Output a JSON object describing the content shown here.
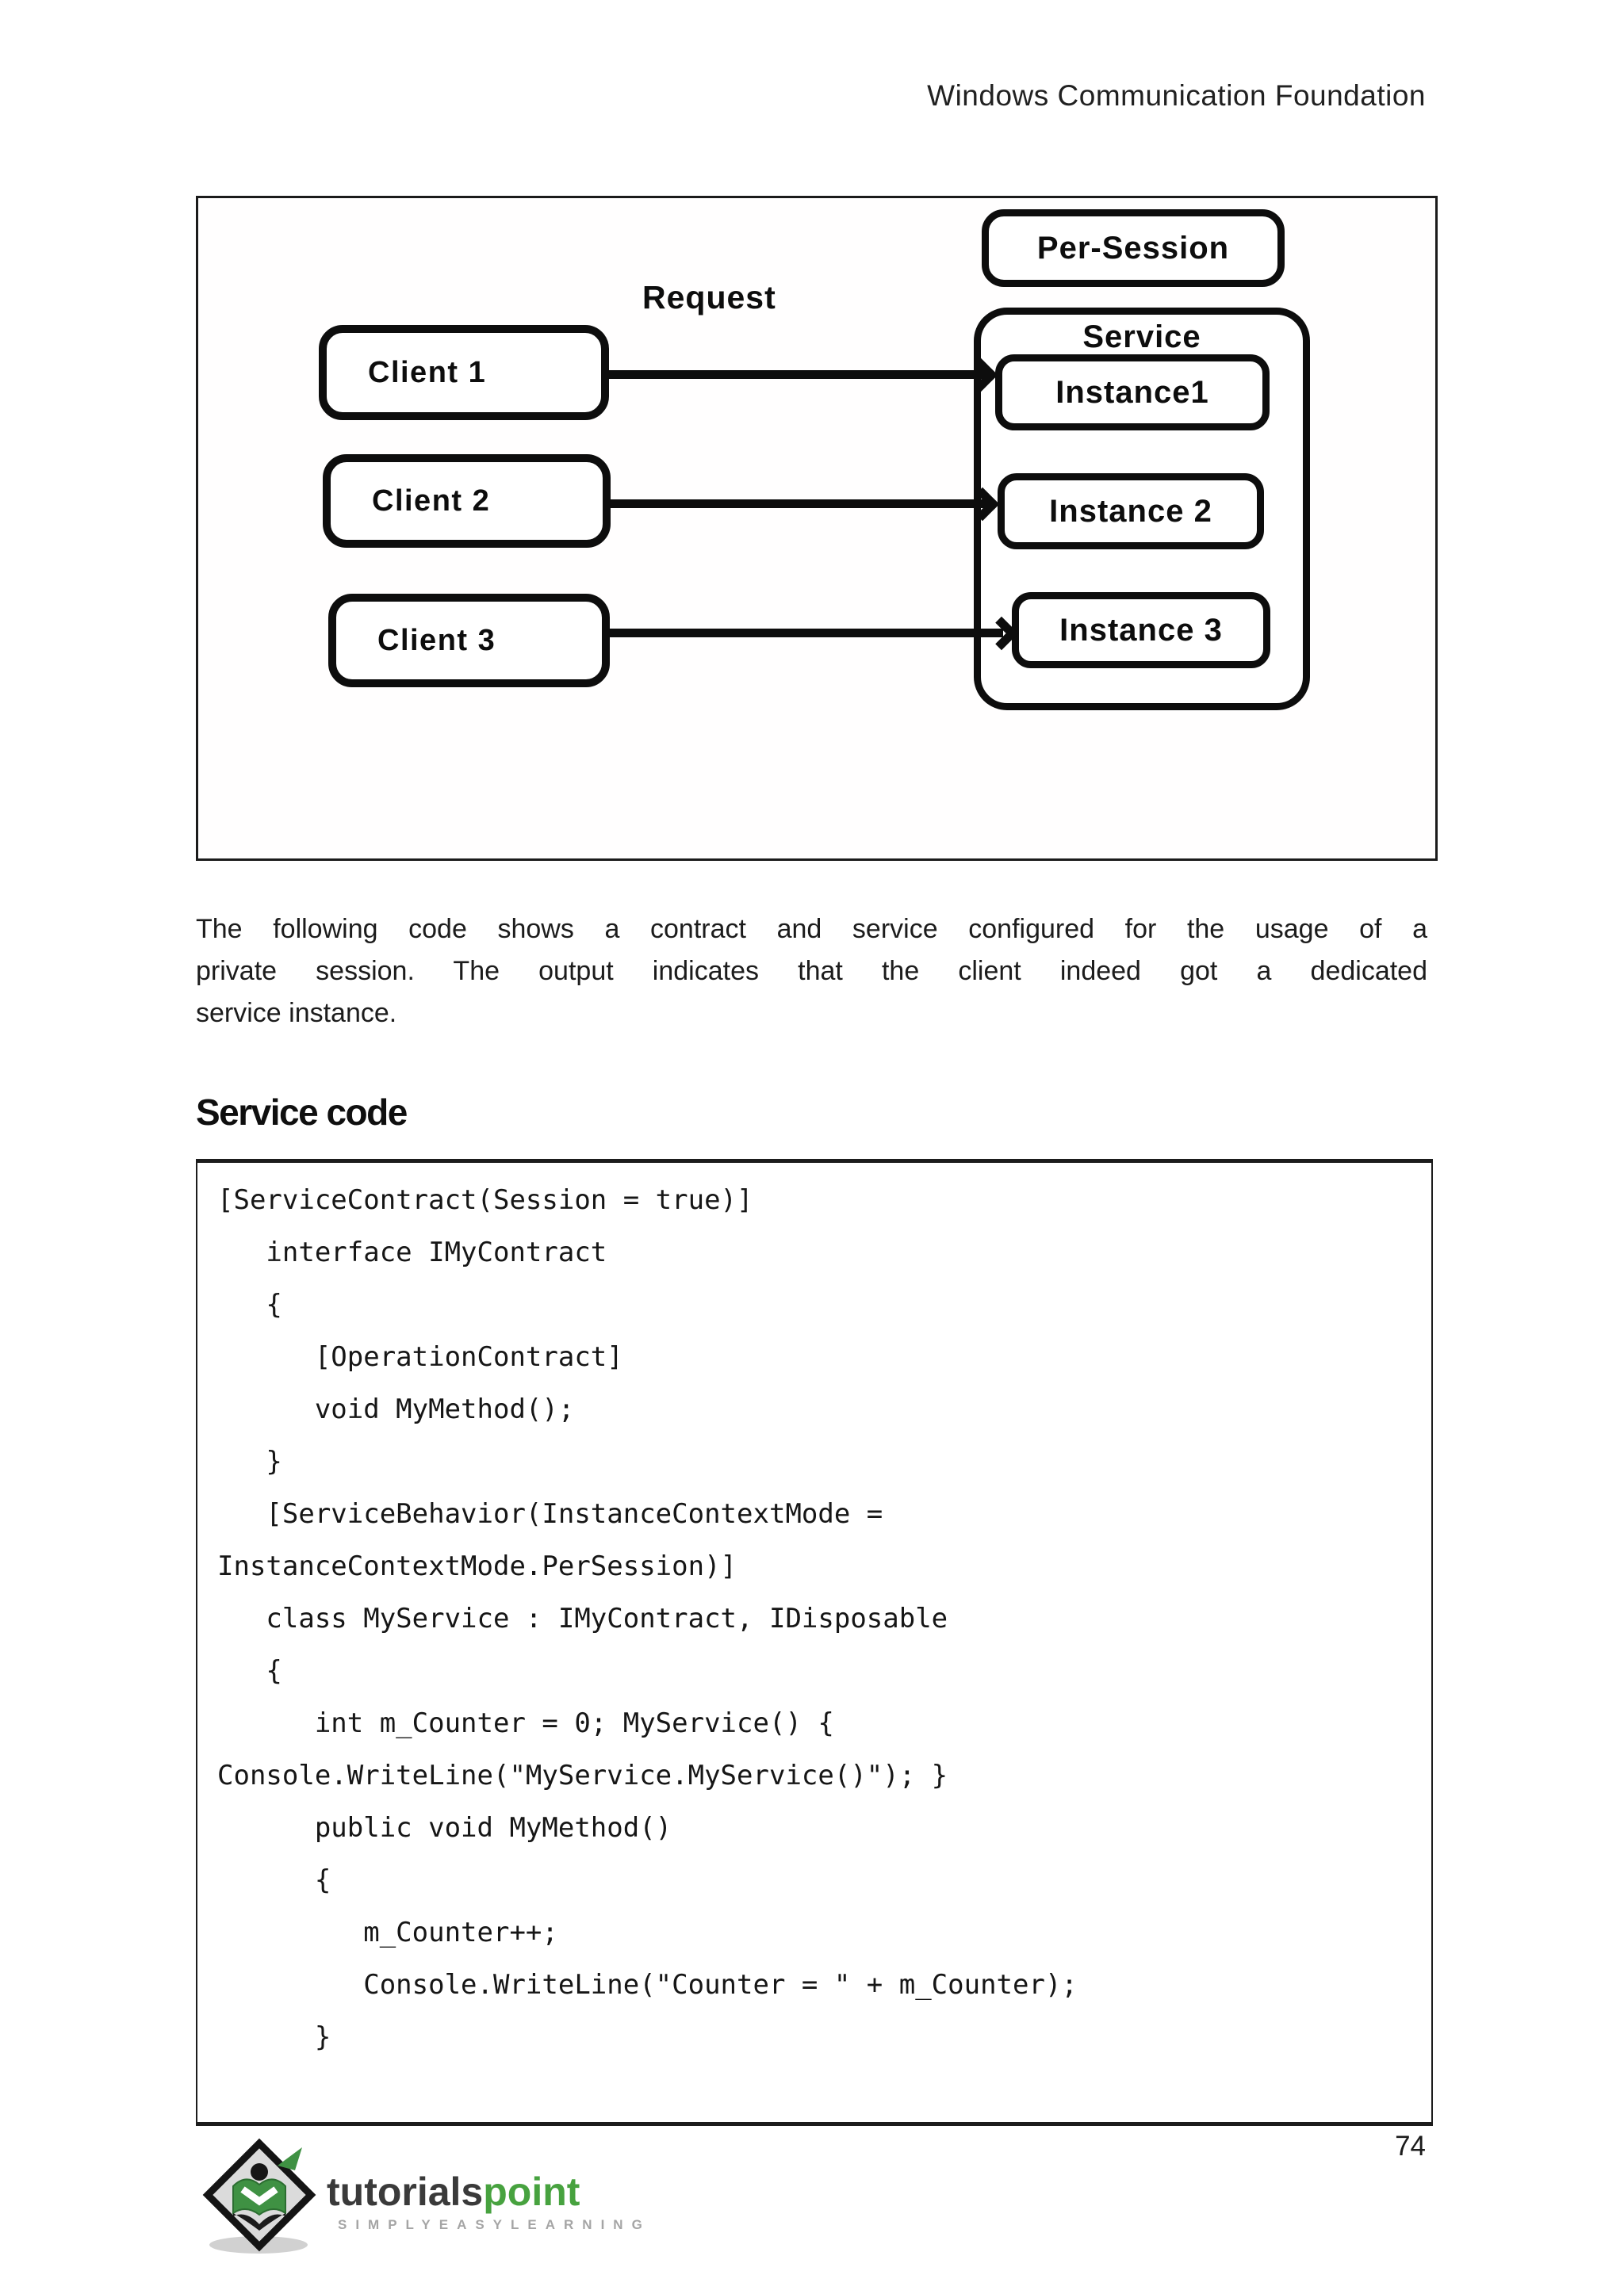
{
  "page": {
    "header_title": "Windows Communication Foundation",
    "page_number": "74"
  },
  "diagram": {
    "per_session_label": "Per-Session",
    "request_label": "Request",
    "service_label": "Service",
    "clients": [
      {
        "label": "Client 1"
      },
      {
        "label": "Client 2"
      },
      {
        "label": "Client 3"
      }
    ],
    "instances": [
      {
        "label": "Instance1"
      },
      {
        "label": "Instance 2"
      },
      {
        "label": "Instance 3"
      }
    ]
  },
  "content": {
    "paragraph_lines": [
      "The following code shows a contract and service configured for the usage of a",
      "private session. The output indicates that the client indeed got a dedicated",
      "service instance."
    ],
    "section_heading": "Service code"
  },
  "code": {
    "lines": [
      "[ServiceContract(Session = true)]",
      "   interface IMyContract",
      "   {",
      "      [OperationContract]",
      "      void MyMethod();",
      "   }",
      "   [ServiceBehavior(InstanceContextMode =",
      "InstanceContextMode.PerSession)]",
      "   class MyService : IMyContract, IDisposable",
      "   {",
      "      int m_Counter = 0; MyService() {",
      "Console.WriteLine(\"MyService.MyService()\"); }",
      "      public void MyMethod()",
      "      {",
      "         m_Counter++;",
      "         Console.WriteLine(\"Counter = \" + m_Counter);",
      "      }"
    ]
  },
  "footer": {
    "logo_text_dark": "tutorials",
    "logo_text_accent": "point",
    "tagline": "SIMPLYEASYLEARNING",
    "colors": {
      "accent_green": "#47a23f",
      "emblem_green": "#3f9143",
      "ink": "#0d0d0d",
      "tagline_gray": "#a5a5a5"
    }
  }
}
